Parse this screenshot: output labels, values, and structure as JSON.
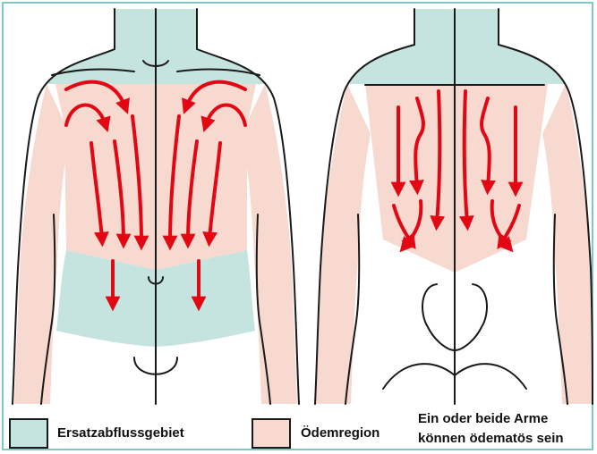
{
  "colors": {
    "ersatzabfluss": "#c6e4df",
    "oedem": "#f7d9cf",
    "arrow": "#e30613",
    "outline": "#1a1a1a",
    "frame": "#7fc9c4"
  },
  "legend": {
    "ersatzabfluss_label": "Ersatzabflussgebiet",
    "oedem_label": "Ödemregion",
    "arms_line1": "Ein oder beide Arme",
    "arms_line2": "können ödematös sein"
  }
}
